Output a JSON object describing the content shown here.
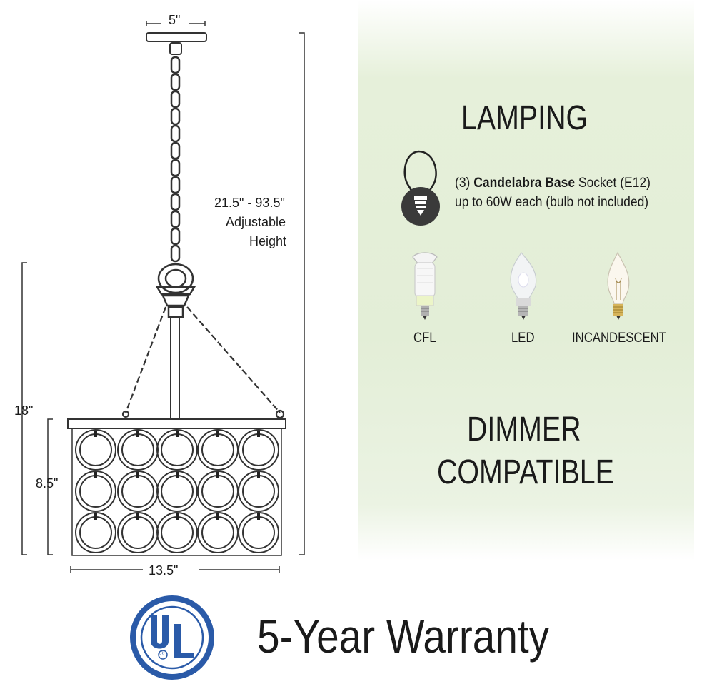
{
  "lamping": {
    "title": "LAMPING",
    "socket_prefix": "(3) ",
    "socket_bold": "Candelabra Base",
    "socket_suffix": " Socket (E12)",
    "wattage_line": "up to 60W each (bulb not included)",
    "bulb_icon": "candelabra-bulb-icon",
    "bulb_types": [
      {
        "label": "CFL",
        "icon": "cfl-bulb-icon"
      },
      {
        "label": "LED",
        "icon": "led-bulb-icon"
      },
      {
        "label": "INCANDESCENT",
        "icon": "incandescent-bulb-icon"
      }
    ]
  },
  "dimmer": {
    "line1": "DIMMER",
    "line2": "COMPATIBLE"
  },
  "dimensions": {
    "canopy_width": "5\"",
    "chain_height": "21.5\" - 93.5\"",
    "chain_note_1": "Adjustable",
    "chain_note_2": "Height",
    "fixture_height": "18\"",
    "shade_height": "8.5\"",
    "shade_width": "13.5\""
  },
  "certification": {
    "logo_letters": "UL",
    "registered": "®"
  },
  "warranty": {
    "text": "5-Year Warranty"
  },
  "colors": {
    "ul_blue": "#2a5aa8",
    "panel_green": "#e3eed7",
    "line_dark": "#333333"
  }
}
